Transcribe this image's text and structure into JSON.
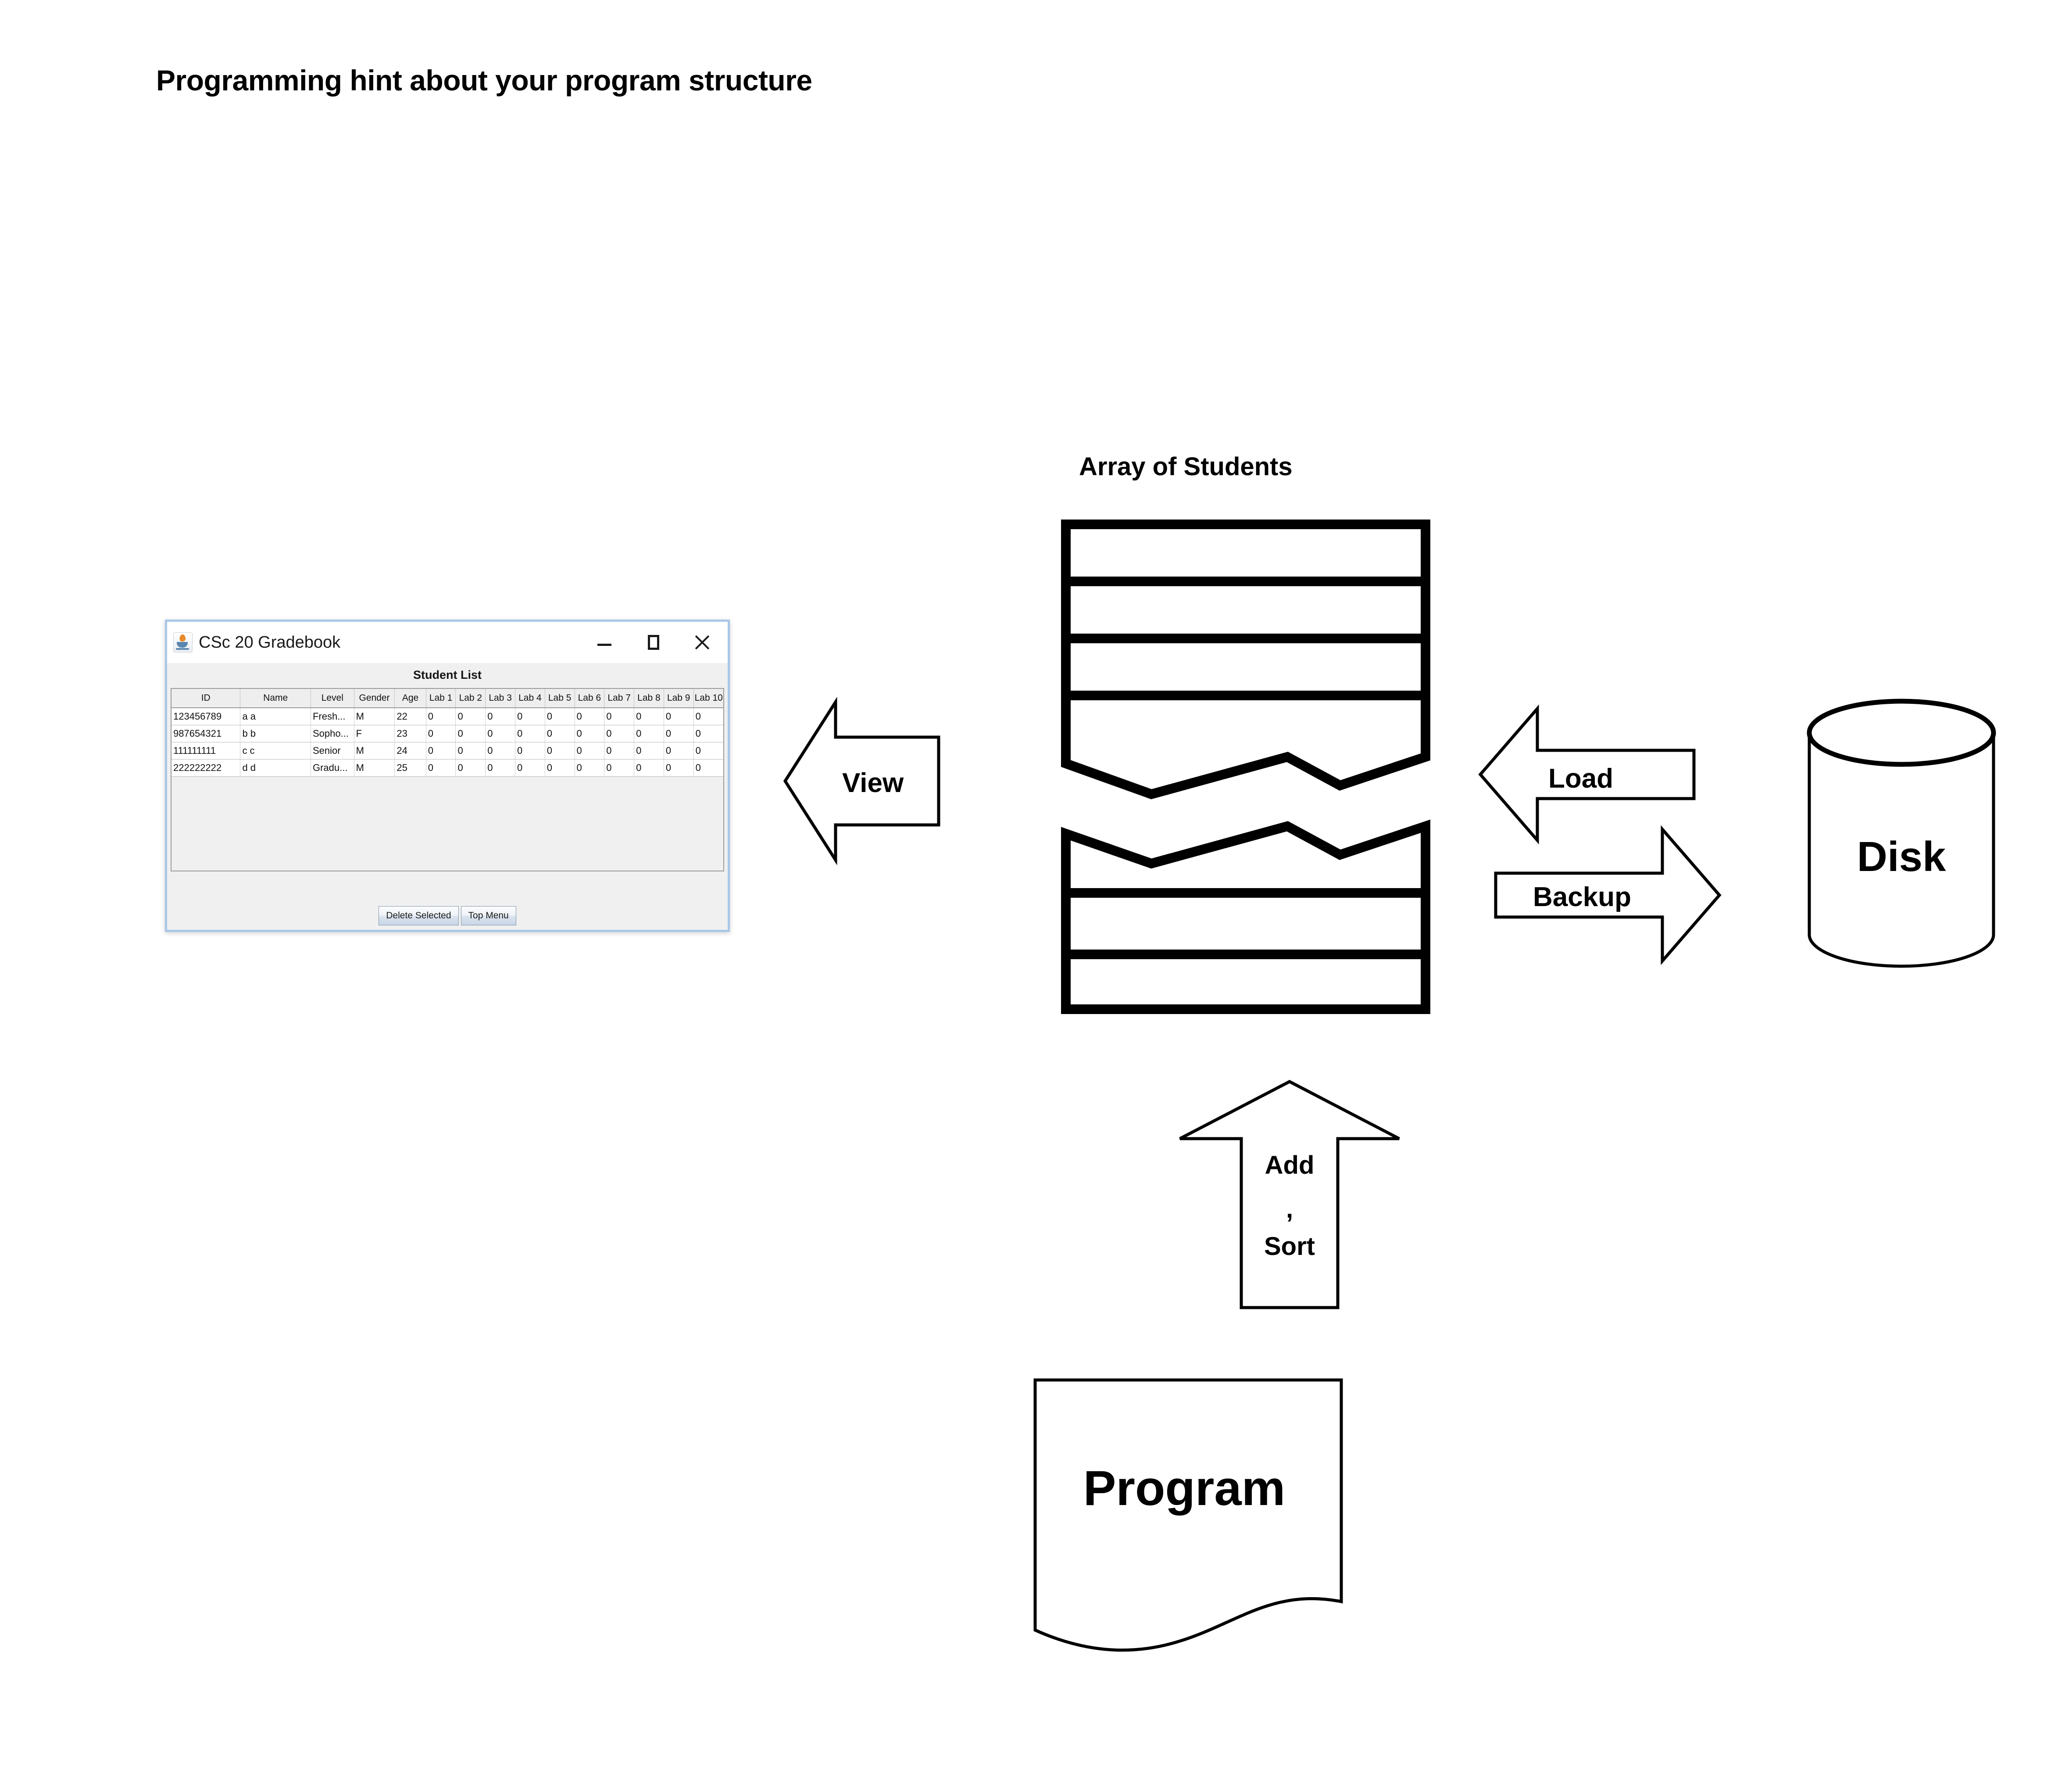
{
  "slide": {
    "title": "Programming hint about your program structure"
  },
  "window": {
    "icon": "java-cup-icon",
    "title": "CSc 20 Gradebook",
    "controls": {
      "minimize": "minimize-icon",
      "maximize": "maximize-icon",
      "close": "close-icon"
    },
    "heading": "Student List",
    "table": {
      "columns": [
        "ID",
        "Name",
        "Level",
        "Gender",
        "Age",
        "Lab 1",
        "Lab 2",
        "Lab 3",
        "Lab 4",
        "Lab 5",
        "Lab 6",
        "Lab 7",
        "Lab 8",
        "Lab 9",
        "Lab 10"
      ],
      "rows": [
        [
          "123456789",
          "a a",
          "Fresh...",
          "M",
          "22",
          "0",
          "0",
          "0",
          "0",
          "0",
          "0",
          "0",
          "0",
          "0",
          "0"
        ],
        [
          "987654321",
          "b b",
          "Sopho...",
          "F",
          "23",
          "0",
          "0",
          "0",
          "0",
          "0",
          "0",
          "0",
          "0",
          "0",
          "0"
        ],
        [
          "111111111",
          "c c",
          "Senior",
          "M",
          "24",
          "0",
          "0",
          "0",
          "0",
          "0",
          "0",
          "0",
          "0",
          "0",
          "0"
        ],
        [
          "222222222",
          "d d",
          "Gradu...",
          "M",
          "25",
          "0",
          "0",
          "0",
          "0",
          "0",
          "0",
          "0",
          "0",
          "0",
          "0"
        ]
      ]
    },
    "buttons": {
      "delete_selected": "Delete Selected",
      "top_menu": "Top Menu"
    }
  },
  "diagram": {
    "array_label": "Array of Students",
    "arrows": {
      "view": "View",
      "load": "Load",
      "backup": "Backup",
      "add": "Add",
      "add_separator": ",",
      "sort": "Sort"
    },
    "disk_label": "Disk",
    "program_label": "Program"
  },
  "colors": {
    "stroke": "#000000",
    "window_border": "#a8c7e8",
    "window_bg": "#f0f0f0",
    "page_bg": "#ffffff"
  }
}
